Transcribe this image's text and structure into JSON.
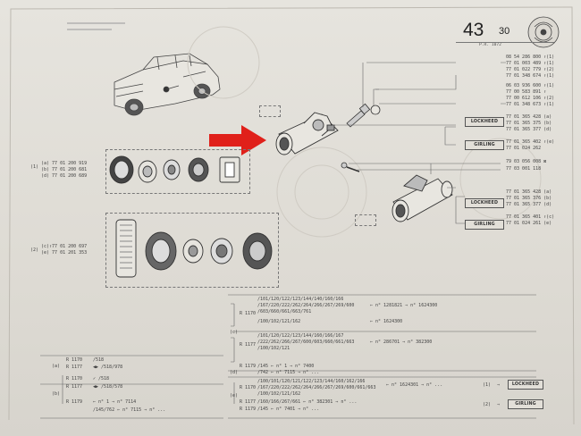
{
  "header": {
    "page_number": "43",
    "page_sub": "30",
    "page_date": "P.R. 1072"
  },
  "top_right_refs": [
    "08 54 286 800 ↑(1)",
    "77 01 003 489 ↑(1)",
    "77 01 022 779 ↑(2)",
    "77 01 348 674 ↑(1)",
    "06 03 936 600 ↑(1)",
    "77 00 583 891 ↑",
    "77 00 612 106 ↑(2)",
    "77 01 348 673 ↑(1)"
  ],
  "brands": {
    "lockheed": "LOCKHEED",
    "girling": "GIRLING"
  },
  "wheel_cyl_refs_1": {
    "lockheed": [
      "77 01 365 428 (a)",
      "77 01 365 375 (b)",
      "77 01 365 377 (d)"
    ],
    "girling": [
      "77 01 365 402 ↑(e)",
      "77 01 024 262"
    ]
  },
  "screw_refs": [
    "79 03 056 008 ⊠",
    "77 03 001 118"
  ],
  "wheel_cyl_refs_2": {
    "lockheed": [
      "77 01 365 428 (a)",
      "77 01 365 376 (b)",
      "77 01 365 377 (d)"
    ],
    "girling": [
      "77 01 365 401 ↑(c)",
      "77 01 024 261 (e)"
    ]
  },
  "kit1_refs": {
    "marker": "(1)",
    "lines": [
      "(a) 77 01 200 919",
      "(b) 77 01 200 681",
      "(d) 77 01 200 689"
    ]
  },
  "kit2_refs": {
    "marker": "(2)",
    "lines": [
      "(c)↑77 01 200 697",
      "(e) 77 01 201 353"
    ]
  },
  "table_c": {
    "label": "(c)",
    "r1": "R 1170",
    "r1_lines": [
      "/101/120/122/123/144/140/160/166",
      "/167/220/222/262/264/266/267/269/600",
      "/603/660/661/663/761"
    ],
    "r1_arrow1": "⇐ n° 1281821 ⇒ n° 1624300",
    "r1_line4": "/100/102/121/162",
    "r1_arrow2": "⇐ n° 1624300",
    "r2": "R 1177",
    "r2_lines": [
      "/101/120/122/123/144/160/166/167",
      "/222/262/266/267/600/603/660/661/663",
      "/100/102/121"
    ],
    "r2_arrow": "⇐ n° 286701 ⇒ n° 382300"
  },
  "table_d": {
    "label": "(d)",
    "r": "R 1179",
    "line1": "/145 ⇐ n° 1 ⇒ n° 7400",
    "line2": "/742 ⇐ n° 7115 ⇒ n° ..."
  },
  "table_e": {
    "label": "(e)",
    "r1": "R 1170",
    "r1_lines": [
      "/100/101/120/121/122/123/144/160/162/166",
      "/167/220/222/262/264/266/267/269/600/661/663",
      "/100/102/121/162"
    ],
    "r1_arrow": "⇐ n° 1624301 ⇒ n° ...",
    "r2": "R 1177",
    "r2_lines": [
      "/160/166/267/661 ⇐ n° 382301 ⇒ n° ..."
    ],
    "r3": "R 1179",
    "r3_lines": [
      "/145 ⇐ n° 7401 ⇒ n° ..."
    ]
  },
  "table_ab": {
    "a_label": "(a)",
    "b_label": "(b)",
    "rows_a": [
      {
        "r": "R 1170",
        "v": "/518"
      },
      {
        "r": "R 1177",
        "v": "◀▶ /518/978"
      }
    ],
    "rows_b": [
      {
        "r": "R 1170",
        "v": "✓ /518"
      },
      {
        "r": "R 1177",
        "v": "◀▶ /518/578"
      },
      {
        "r": "R 1179",
        "v": "⇐ n° 1 ⇒ n° 7114"
      },
      {
        "r": "",
        "v": "/145/762 ⇐ n° 7115 ⇒ n° ..."
      }
    ]
  },
  "legend": [
    {
      "marker": "(1)",
      "arrow": "⇒",
      "brand": "LOCKHEED"
    },
    {
      "marker": "(2)",
      "arrow": "⇒",
      "brand": "GIRLING"
    }
  ],
  "colors": {
    "arrow": "#e0201a",
    "paper": "#e2dfd8",
    "ink": "#333333"
  }
}
